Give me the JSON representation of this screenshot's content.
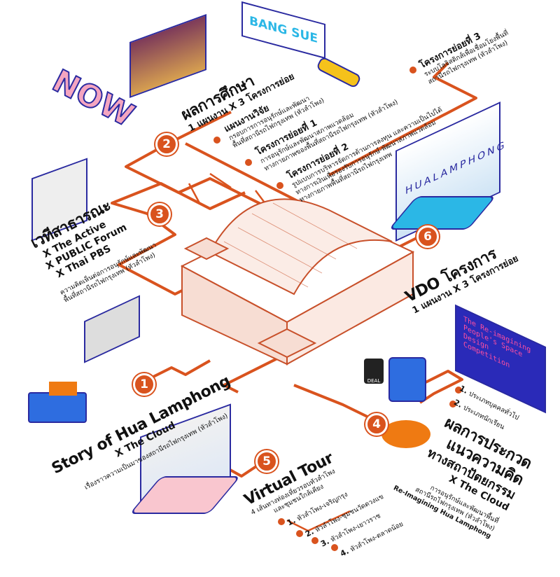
{
  "colors": {
    "accent": "#d9531e",
    "navy": "#2a2aa0",
    "blue": "#2e6de0",
    "yellow": "#f5c21b",
    "pink": "#f4a5c0",
    "cyan": "#2bb7e6"
  },
  "decor": {
    "now": "NOW",
    "bang_sue": "BANG SUE",
    "hualamphong": "HUALAMPHONG",
    "competition": "The Re-imagining People's Space Design Competition",
    "deal": "DEAL"
  },
  "section2": {
    "badge": "2",
    "title": "ผลการศึกษา",
    "subtitle": "1 แผนงาน X 3 โครงการย่อย",
    "items": [
      {
        "title": "แผนงานวิจัย",
        "line1": "กรอบการการอนุรักษ์และพัฒนา",
        "line2": "พื้นที่สถานีรถไฟกรุงเทพ (หัวลำโพง)"
      },
      {
        "title": "โครงการย่อยที่ 1",
        "line1": "การอนุรักษ์และพัฒนาสภาพแวดล้อม",
        "line2": "ทางกายภาพของพื้นที่สถานีรถไฟกรุงเทพ (หัวลำโพง)"
      },
      {
        "title": "โครงการย่อยที่ 2",
        "line1": "รูปแบบการบริหารจัดการด้านการลงทุน และความเป็นไปได้",
        "line2": "ทางการเงินเพื่อรองรับการอนุรักษ์-พัฒนาสภาพแวดล้อม",
        "line3": "ทางกายภาพพื้นที่สถานีรถไฟกรุงเทพ"
      },
      {
        "title": "โครงการย่อยที่ 3",
        "line1": "ระบบโลจิสติกส์เพื่อเชื่อมโยงพื้นที่",
        "line2": "สถานีรถไฟกรุงเทพ (หัวลำโพง)"
      }
    ]
  },
  "section3": {
    "badge": "3",
    "title": "เวทีสาธารณะ",
    "partners": [
      "X The Active",
      "X PUBLIC Forum",
      "X Thai PBS"
    ],
    "line1": "ความคิดเห็นต่อการอนุรักษ์และพัฒนา",
    "line2": "พื้นที่สถานีรถไฟกรุงเทพ (หัวลำโพง)"
  },
  "section1": {
    "badge": "1",
    "title": "Story of Hua Lamphong",
    "partner": "X The Cloud",
    "desc": "เรื่องราวความเป็นมาของสถานีรถไฟกรุงเทพ (หัวลำโพง)"
  },
  "section5": {
    "badge": "5",
    "title": "Virtual Tour",
    "line1": "4 เส้นทางท่องเที่ยวรอบหัวลำโพง",
    "line2": "และชุมชนใกล้เคียง",
    "routes": [
      {
        "n": "1.",
        "t": "หัวลำโพง-เจริญกรุง"
      },
      {
        "n": "2.",
        "t": "หัวลำโพง-ชุมชนวัดดวงแข"
      },
      {
        "n": "3.",
        "t": "หัวลำโพง-เยาวราช"
      },
      {
        "n": "4.",
        "t": "หัวลำโพง-ตลาดน้อย"
      }
    ]
  },
  "section4": {
    "badge": "4",
    "title_lines": [
      "ผลการประกวด",
      "แนวความคิด",
      "ทางสถาปัตยกรรม"
    ],
    "partner": "X The Cloud",
    "line1": "การอนุรักษ์และพัฒนาพื้นที่",
    "line2": "สถานีรถไฟกรุงเทพ (หัวลำโพง)",
    "line3": "Re-Imagining Hua Lamphong",
    "categories": [
      {
        "n": "1.",
        "t": "ประเภทบุคคลทั่วไป"
      },
      {
        "n": "2.",
        "t": "ประเภทนักเรียน"
      }
    ]
  },
  "section6": {
    "badge": "6",
    "title": "VDO โครงการ",
    "subtitle": "1 แผนงาน X 3 โครงการย่อย"
  }
}
